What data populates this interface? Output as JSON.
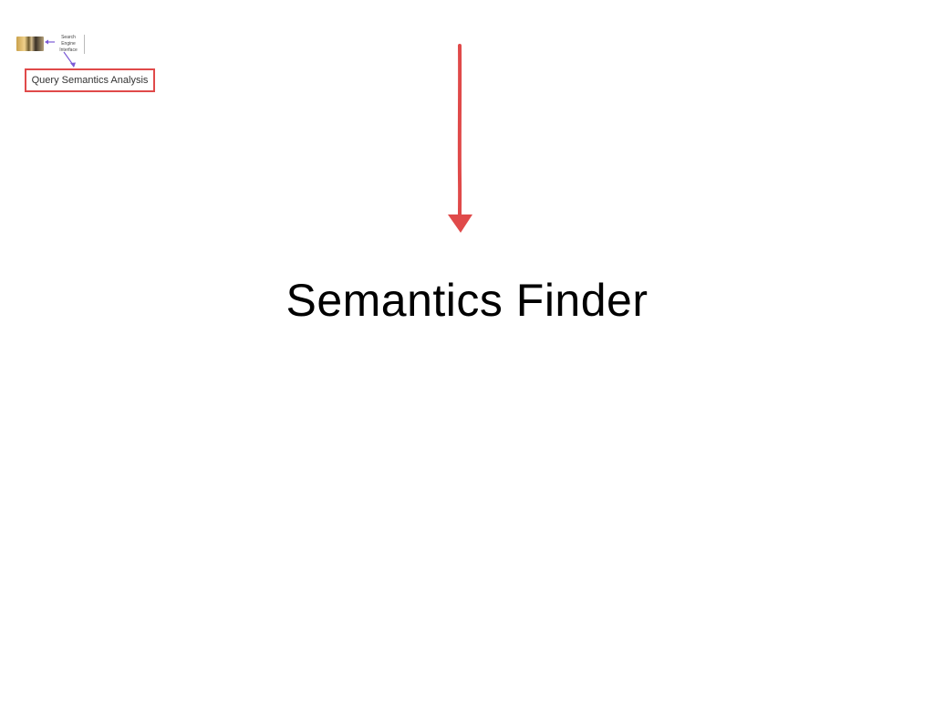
{
  "mini_diagram": {
    "search_label_lines": [
      "Search",
      "Engine",
      "Interface"
    ],
    "query_label": "Query Semantics Analysis"
  },
  "title": "Semantics Finder",
  "colors": {
    "red_accent": "#e04a4a",
    "purple_accent": "#7b5bd6",
    "text": "#000000"
  }
}
